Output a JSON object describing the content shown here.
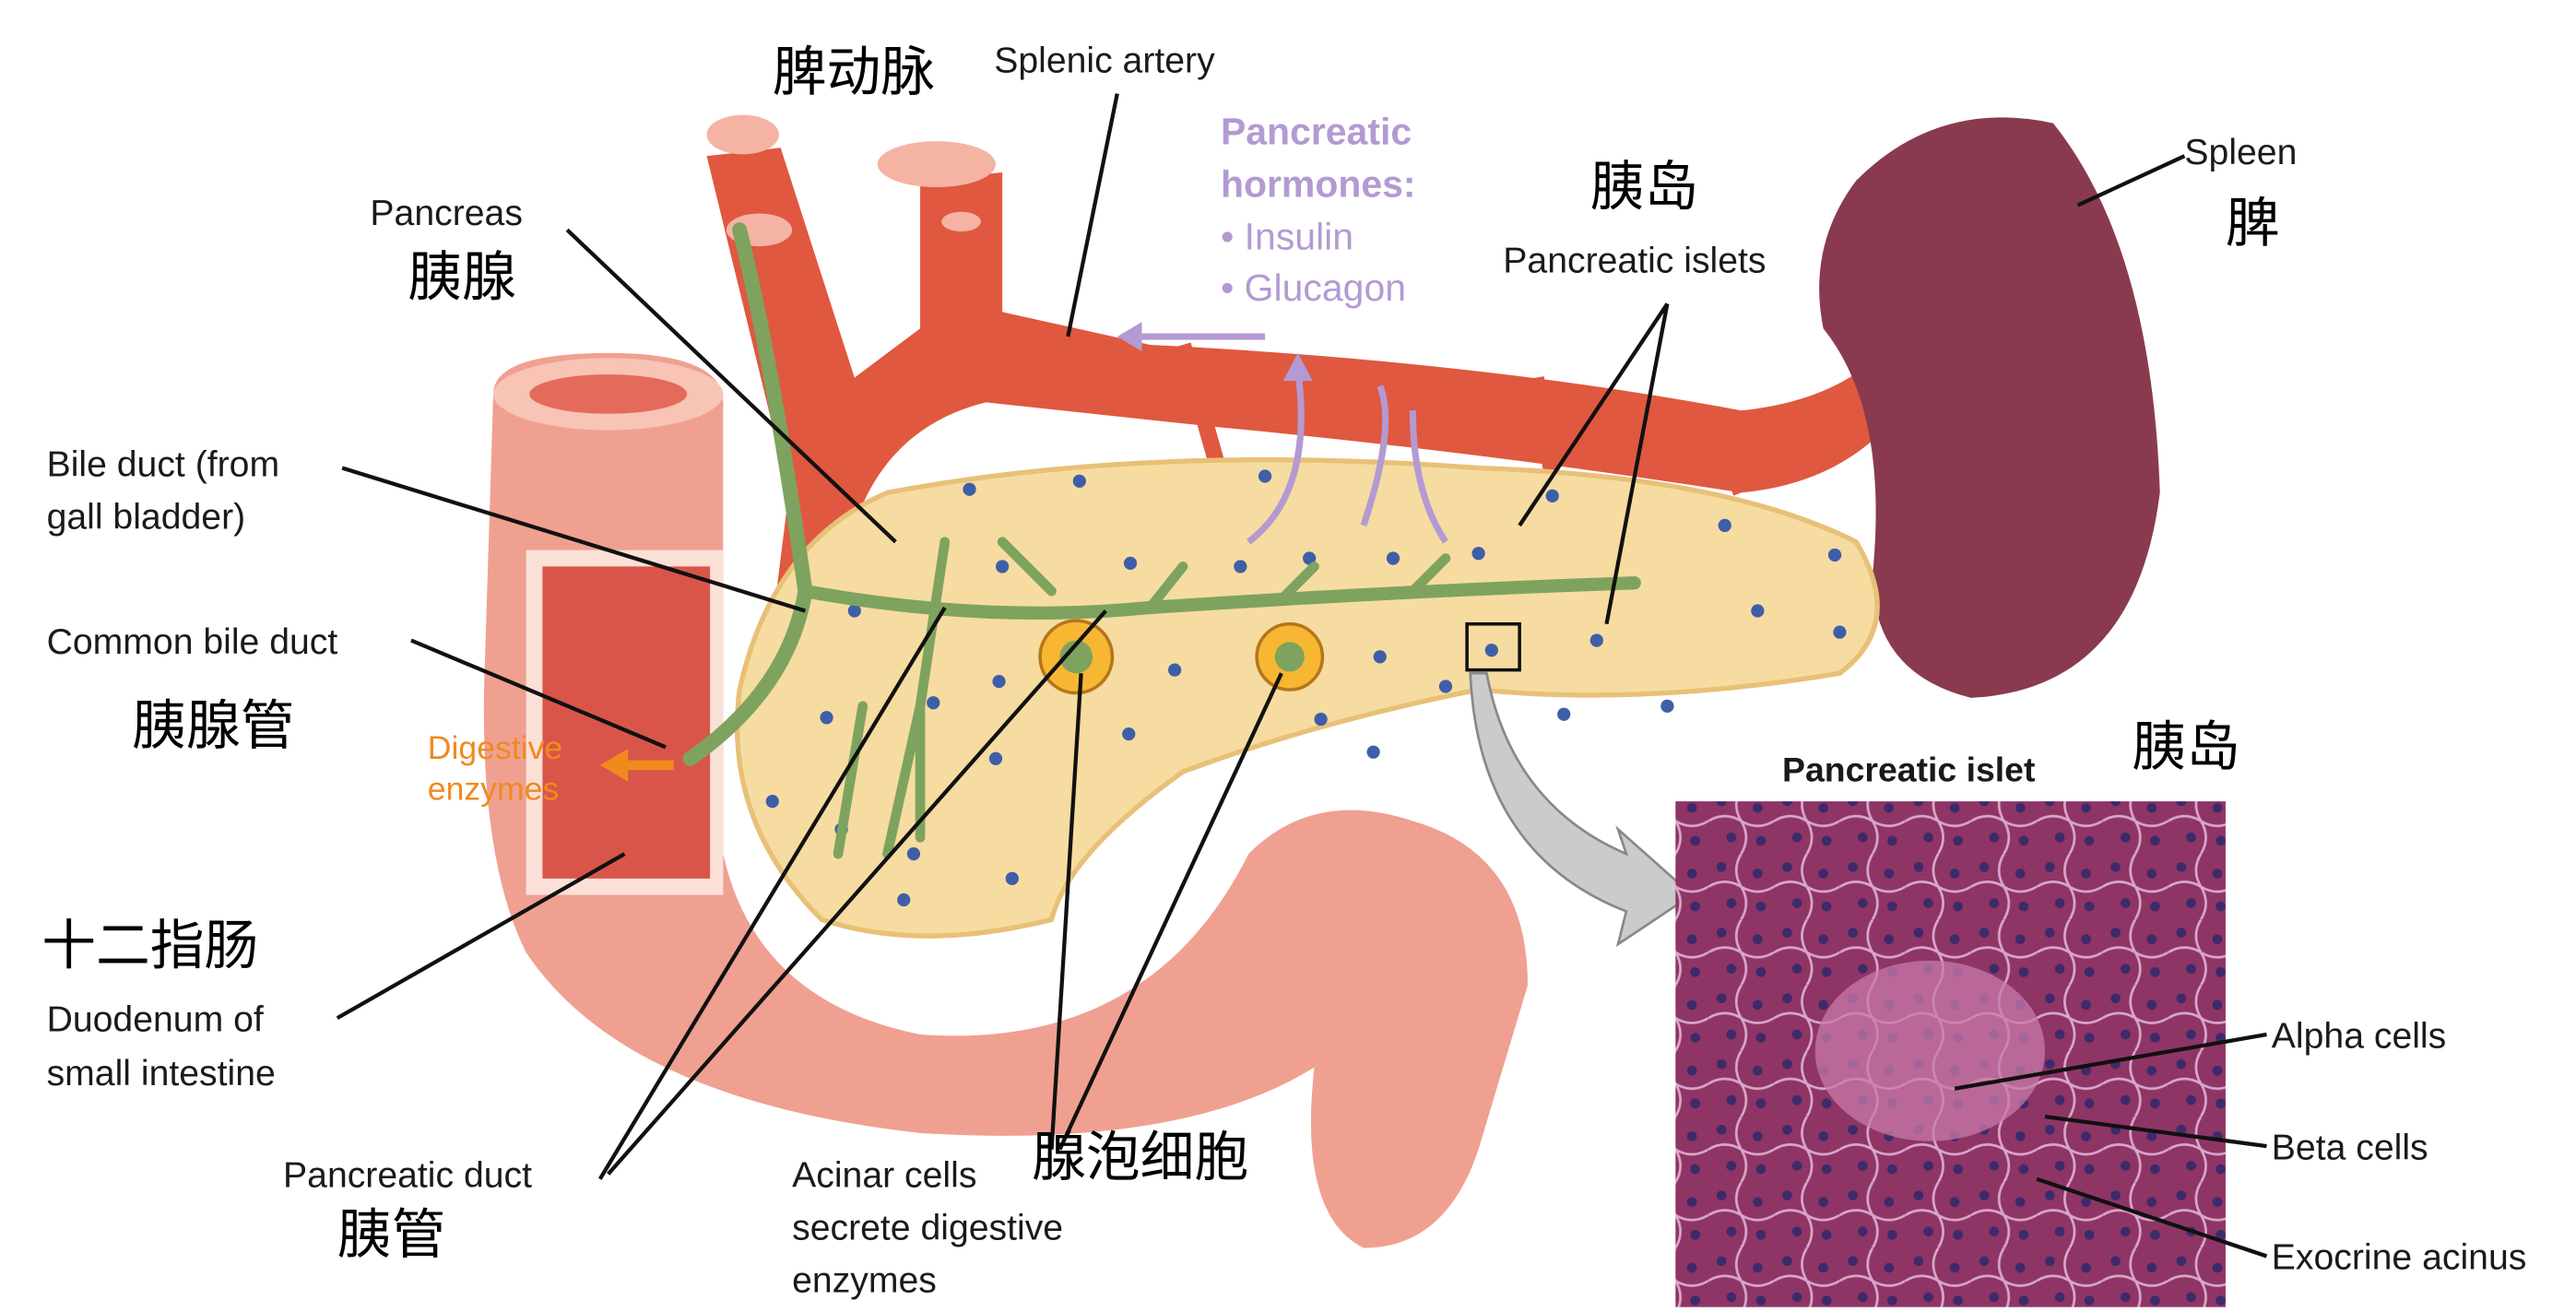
{
  "title_labels": {
    "splenic_artery_zh": "脾动脉",
    "splenic_artery": "Splenic artery",
    "hormones_title_1": "Pancreatic",
    "hormones_title_2": "hormones:",
    "insulin": "• Insulin",
    "glucagon": "• Glucagon",
    "islets_zh": "胰岛",
    "pancreatic_islets": "Pancreatic islets",
    "spleen": "Spleen",
    "spleen_zh": "脾",
    "pancreas": "Pancreas",
    "pancreas_zh": "胰腺",
    "bile_duct_1": "Bile duct (from",
    "bile_duct_2": "gall bladder)",
    "common_bile_duct": "Common bile duct",
    "pancreatic_gland_duct_zh": "胰腺管",
    "digestive_1": "Digestive",
    "digestive_2": "enzymes",
    "duodenum_zh": "十二指肠",
    "duodenum_1": "Duodenum of",
    "duodenum_2": "small intestine",
    "pancreatic_duct": "Pancreatic duct",
    "pancreatic_duct_zh": "胰管",
    "acinar_1": "Acinar cells",
    "acinar_2": "secrete digestive",
    "acinar_3": "enzymes",
    "acinar_zh": "腺泡细胞"
  },
  "inset": {
    "title": "Pancreatic islet",
    "title_zh": "胰岛",
    "alpha": "Alpha cells",
    "beta": "Beta cells",
    "exocrine": "Exocrine acinus"
  },
  "colors": {
    "artery": "#e0583f",
    "pancreas": "#f6dca0",
    "duct": "#7ea35f",
    "spleen": "#8a3a4e",
    "duodenum": "#f0a090",
    "hormone": "#b39ad2",
    "enzyme": "#f08a1e",
    "histology": "#8e3566"
  }
}
